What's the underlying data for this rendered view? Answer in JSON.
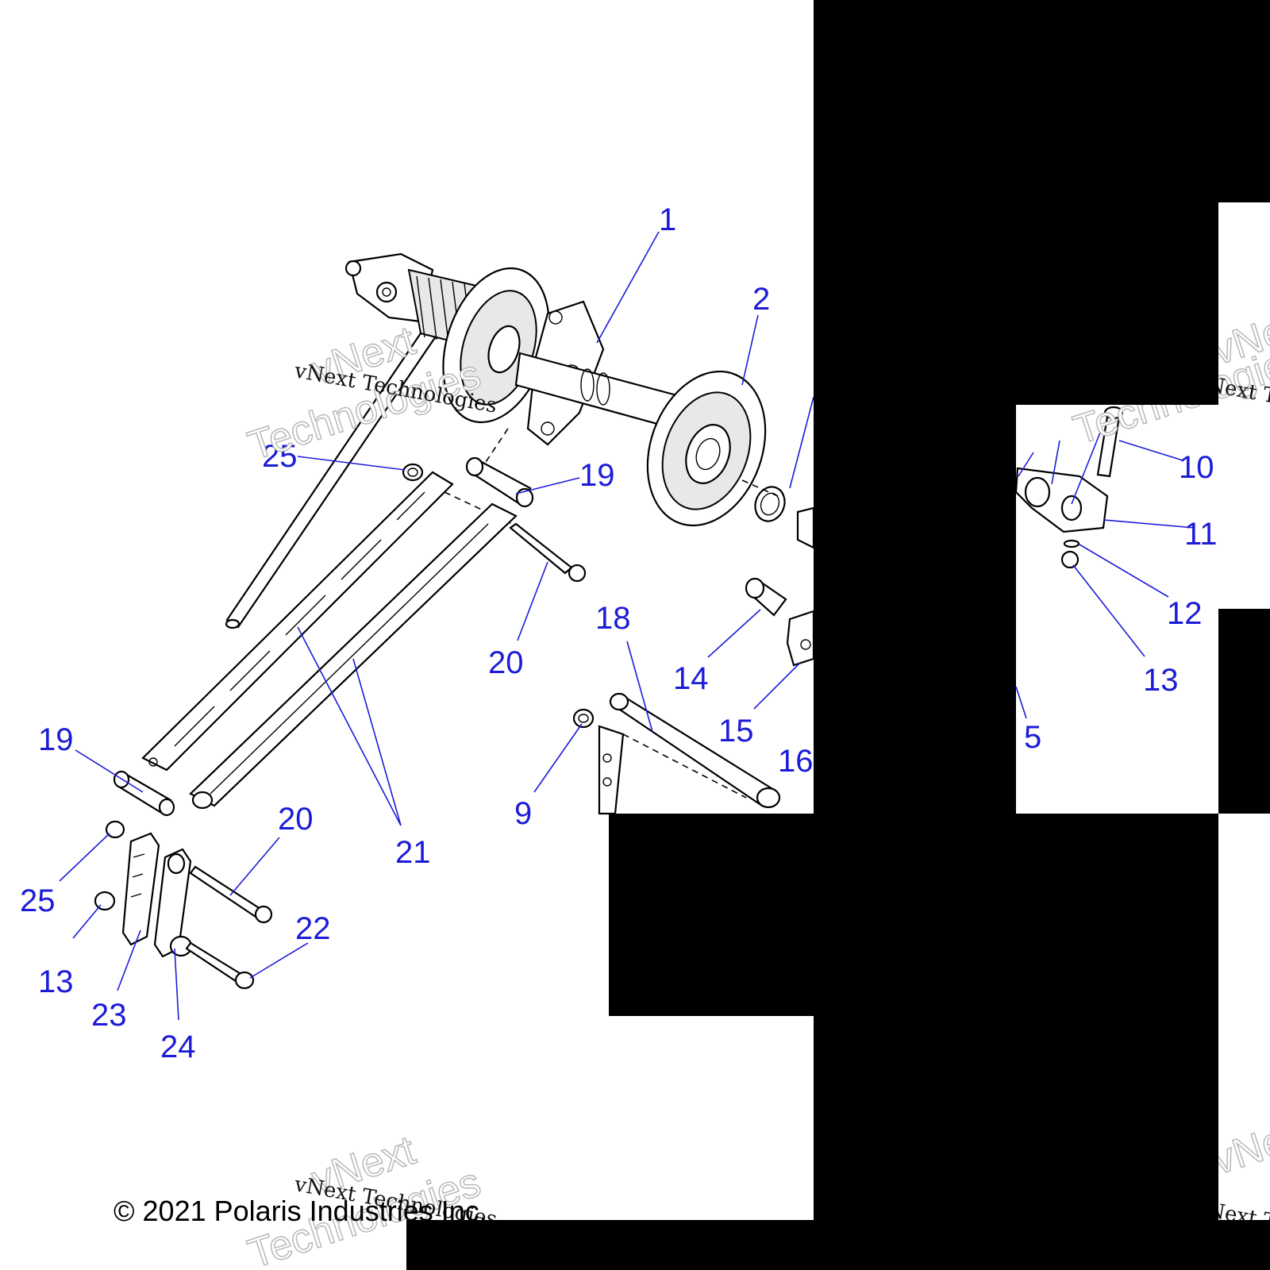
{
  "callouts": {
    "c1": "1",
    "c2": "2",
    "c5": "5",
    "c9": "9",
    "c10": "10",
    "c11": "11",
    "c12": "12",
    "c13a": "13",
    "c13b": "13",
    "c14": "14",
    "c15": "15",
    "c16": "16",
    "c18": "18",
    "c19a": "19",
    "c19b": "19",
    "c20a": "20",
    "c20b": "20",
    "c21": "21",
    "c22": "22",
    "c23": "23",
    "c24": "24",
    "c25a": "25",
    "c25b": "25"
  },
  "watermark": {
    "line": "vNext Technologies",
    "big_1": "vNext",
    "big_2": "Technologies"
  },
  "copyright": "© 2021 Polaris Industries Inc.",
  "colors": {
    "callout": "#1c1cd8",
    "line_art": "#000000",
    "mask": "#000000"
  }
}
